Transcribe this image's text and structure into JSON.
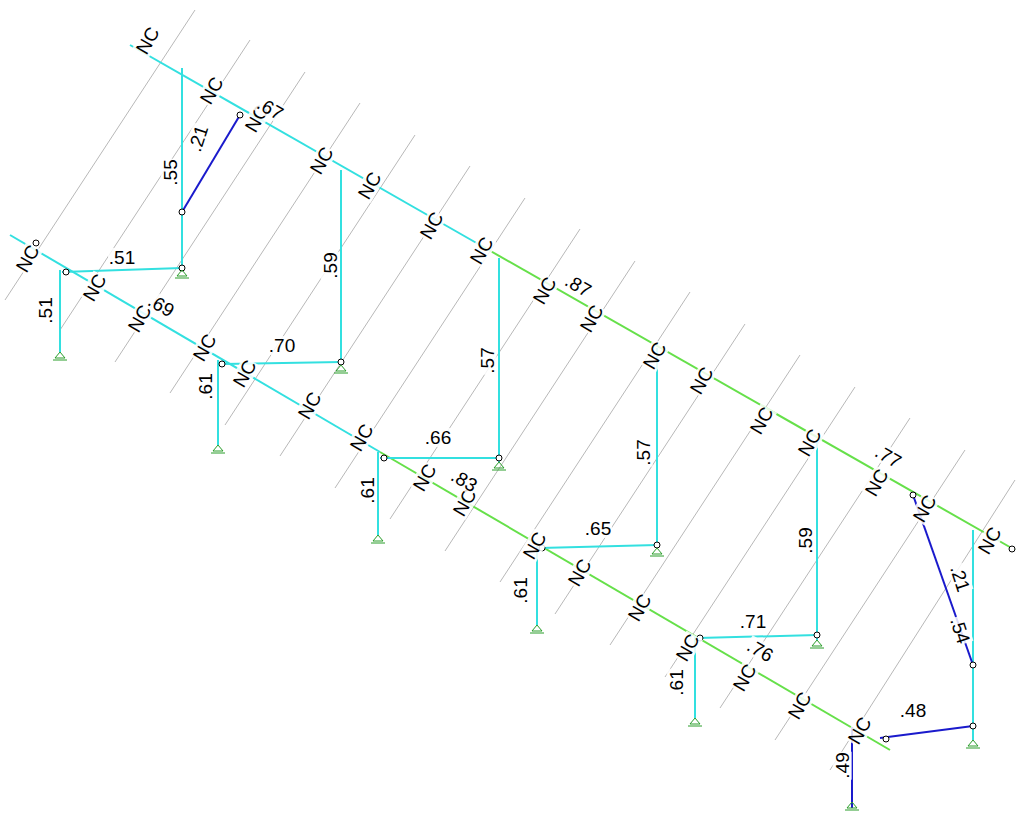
{
  "diagram": {
    "labels": [
      "NC",
      "NC",
      "NC",
      ".67",
      ".55",
      ".21",
      "NC",
      "NC",
      ".59",
      "NC",
      "NC",
      "NC",
      ".87",
      "NC",
      ".57",
      "NC",
      "NC",
      "NC",
      "NC",
      ".57",
      "NC",
      ".77",
      "NC",
      "NC",
      ".59",
      ".21",
      ".54",
      "NC",
      ".51",
      ".51",
      "NC",
      "NC",
      ".69",
      ".70",
      "NC",
      "NC",
      ".61",
      "NC",
      "NC",
      ".66",
      ".61",
      "NC",
      "NC",
      ".83",
      "NC",
      ".65",
      ".61",
      "NC",
      "NC",
      "NC",
      ".71",
      ".61",
      ".76",
      "NC",
      "NC",
      "NC",
      ".48",
      ".49"
    ]
  }
}
